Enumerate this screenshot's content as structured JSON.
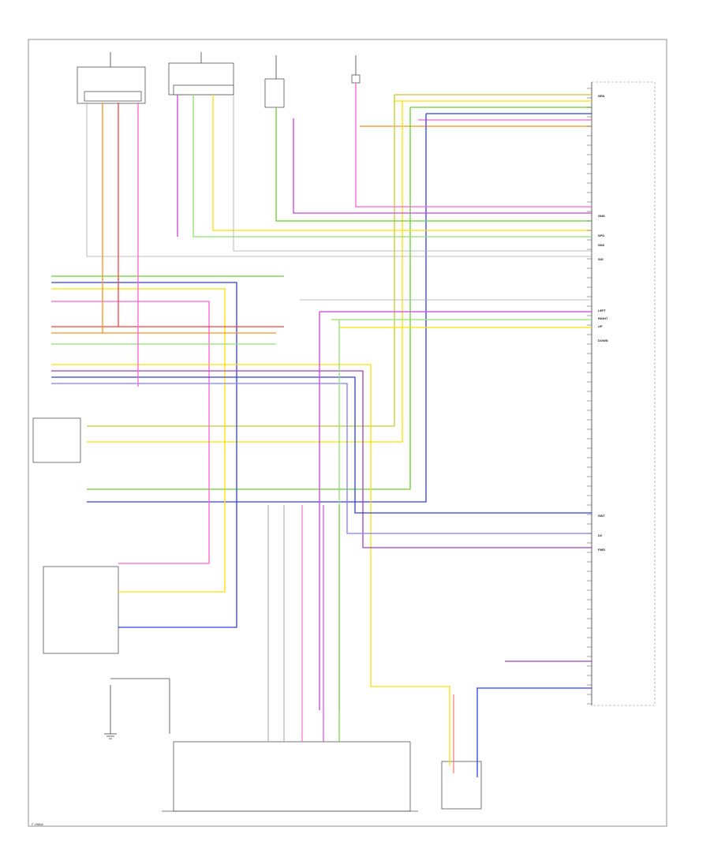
{
  "footer_code": "F 25868",
  "labels": {
    "pin_sen": "SEN",
    "pin_gnd": "GND",
    "pin_spd": "SPD",
    "pin_sns": "SNS",
    "pin_sig": "SIG",
    "pin_left": "LEFT",
    "pin_right": "RIGHT",
    "pin_up": "UP",
    "pin_down": "DOWN",
    "pin_swt": "SWT",
    "pin_d2": "D2",
    "pin_fwd": "FWD"
  },
  "colors": {
    "frame": "#777777",
    "wire_purple": "#d040e0",
    "wire_pink": "#ff60d0",
    "wire_yellow": "#ffe000",
    "wire_green": "#6ad030",
    "wire_blue": "#3040e0",
    "wire_orange": "#ff9020",
    "wire_red": "#ff4040",
    "wire_olive": "#c8c830",
    "wire_grey": "#aaaaaa",
    "wire_violet": "#a040c0",
    "wire_light_blue": "#8080ff",
    "wire_light_green": "#90e070",
    "wire_salmon": "#ff8080"
  }
}
